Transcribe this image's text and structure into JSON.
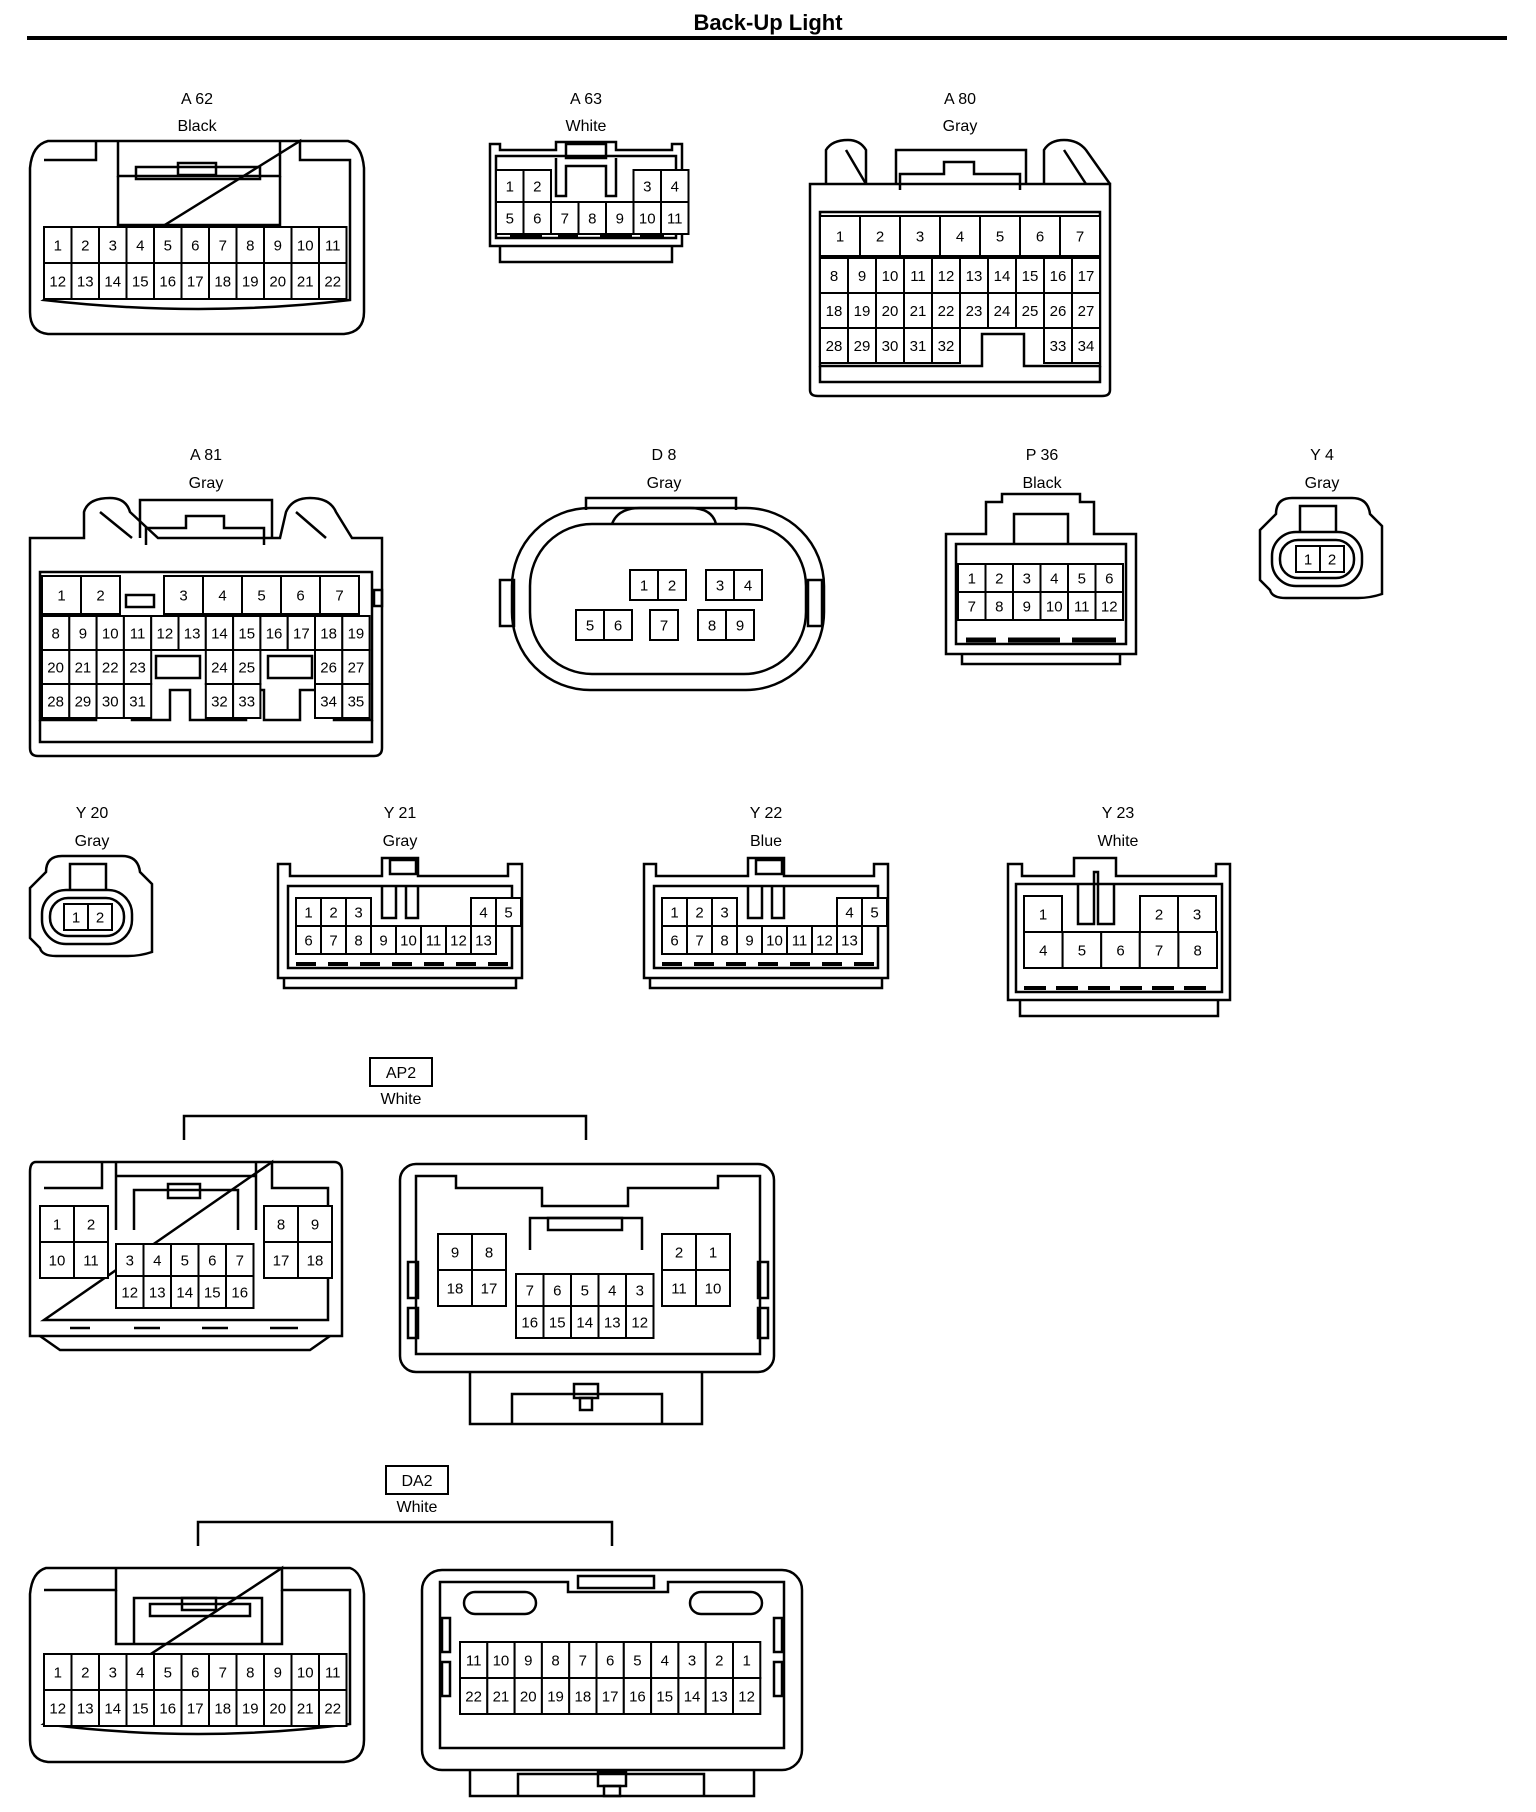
{
  "title": "Back-Up Light",
  "connectors": {
    "A62": {
      "code": "A 62",
      "color": "Black"
    },
    "A63": {
      "code": "A 63",
      "color": "White"
    },
    "A80": {
      "code": "A 80",
      "color": "Gray"
    },
    "A81": {
      "code": "A 81",
      "color": "Gray"
    },
    "D8": {
      "code": "D 8",
      "color": "Gray"
    },
    "P36": {
      "code": "P 36",
      "color": "Black"
    },
    "Y4": {
      "code": "Y 4",
      "color": "Gray"
    },
    "Y20": {
      "code": "Y 20",
      "color": "Gray"
    },
    "Y21": {
      "code": "Y 21",
      "color": "Gray"
    },
    "Y22": {
      "code": "Y 22",
      "color": "Blue"
    },
    "Y23": {
      "code": "Y 23",
      "color": "White"
    },
    "AP2": {
      "code": "AP2",
      "color": "White"
    },
    "DA2": {
      "code": "DA2",
      "color": "White"
    }
  }
}
